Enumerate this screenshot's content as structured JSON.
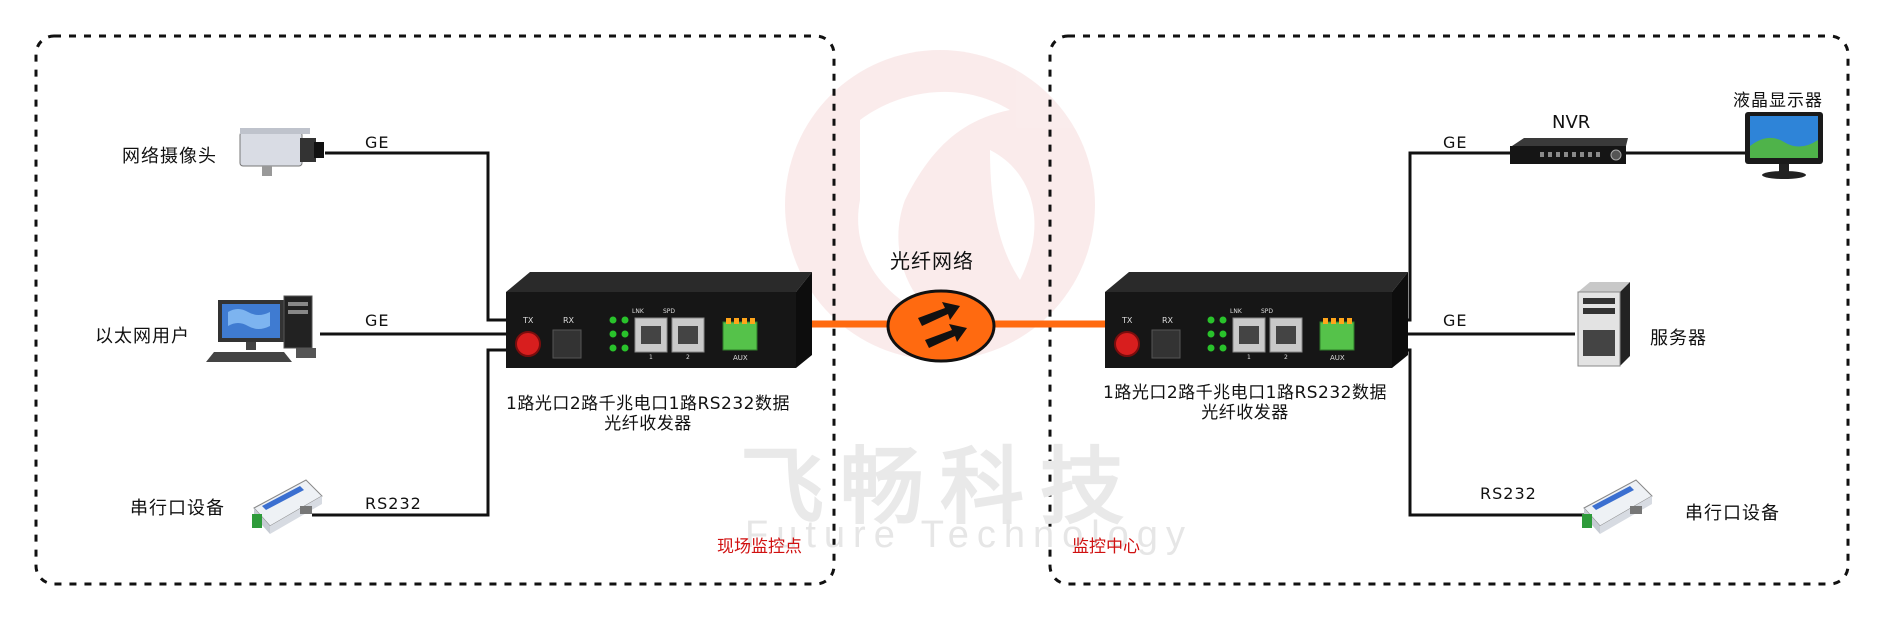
{
  "zones": {
    "left": "现场监控点",
    "right": "监控中心"
  },
  "network": {
    "label": "光纤网络"
  },
  "left_devices": {
    "camera": "网络摄像头",
    "pc": "以太网用户",
    "serial": "串行口设备"
  },
  "right_devices": {
    "nvr": "NVR",
    "monitor": "液晶显示器",
    "server": "服务器",
    "serial": "串行口设备"
  },
  "links": {
    "ge": "GE",
    "rs232": "RS232"
  },
  "transceiver": {
    "caption_line1": "1路光口2路千兆电口1路RS232数据",
    "caption_line2": "光纤收发器",
    "tx": "TX",
    "rx": "RX",
    "aux": "AUX",
    "port1": "1",
    "port2": "2",
    "lnk": "LNK",
    "spd": "SPD"
  },
  "watermark": {
    "cn": "飞畅科技",
    "en": "Future Technology"
  },
  "colors": {
    "fiber": "#ff6a10",
    "zone_label": "#d01010",
    "watermark": "#e9e9e9"
  }
}
